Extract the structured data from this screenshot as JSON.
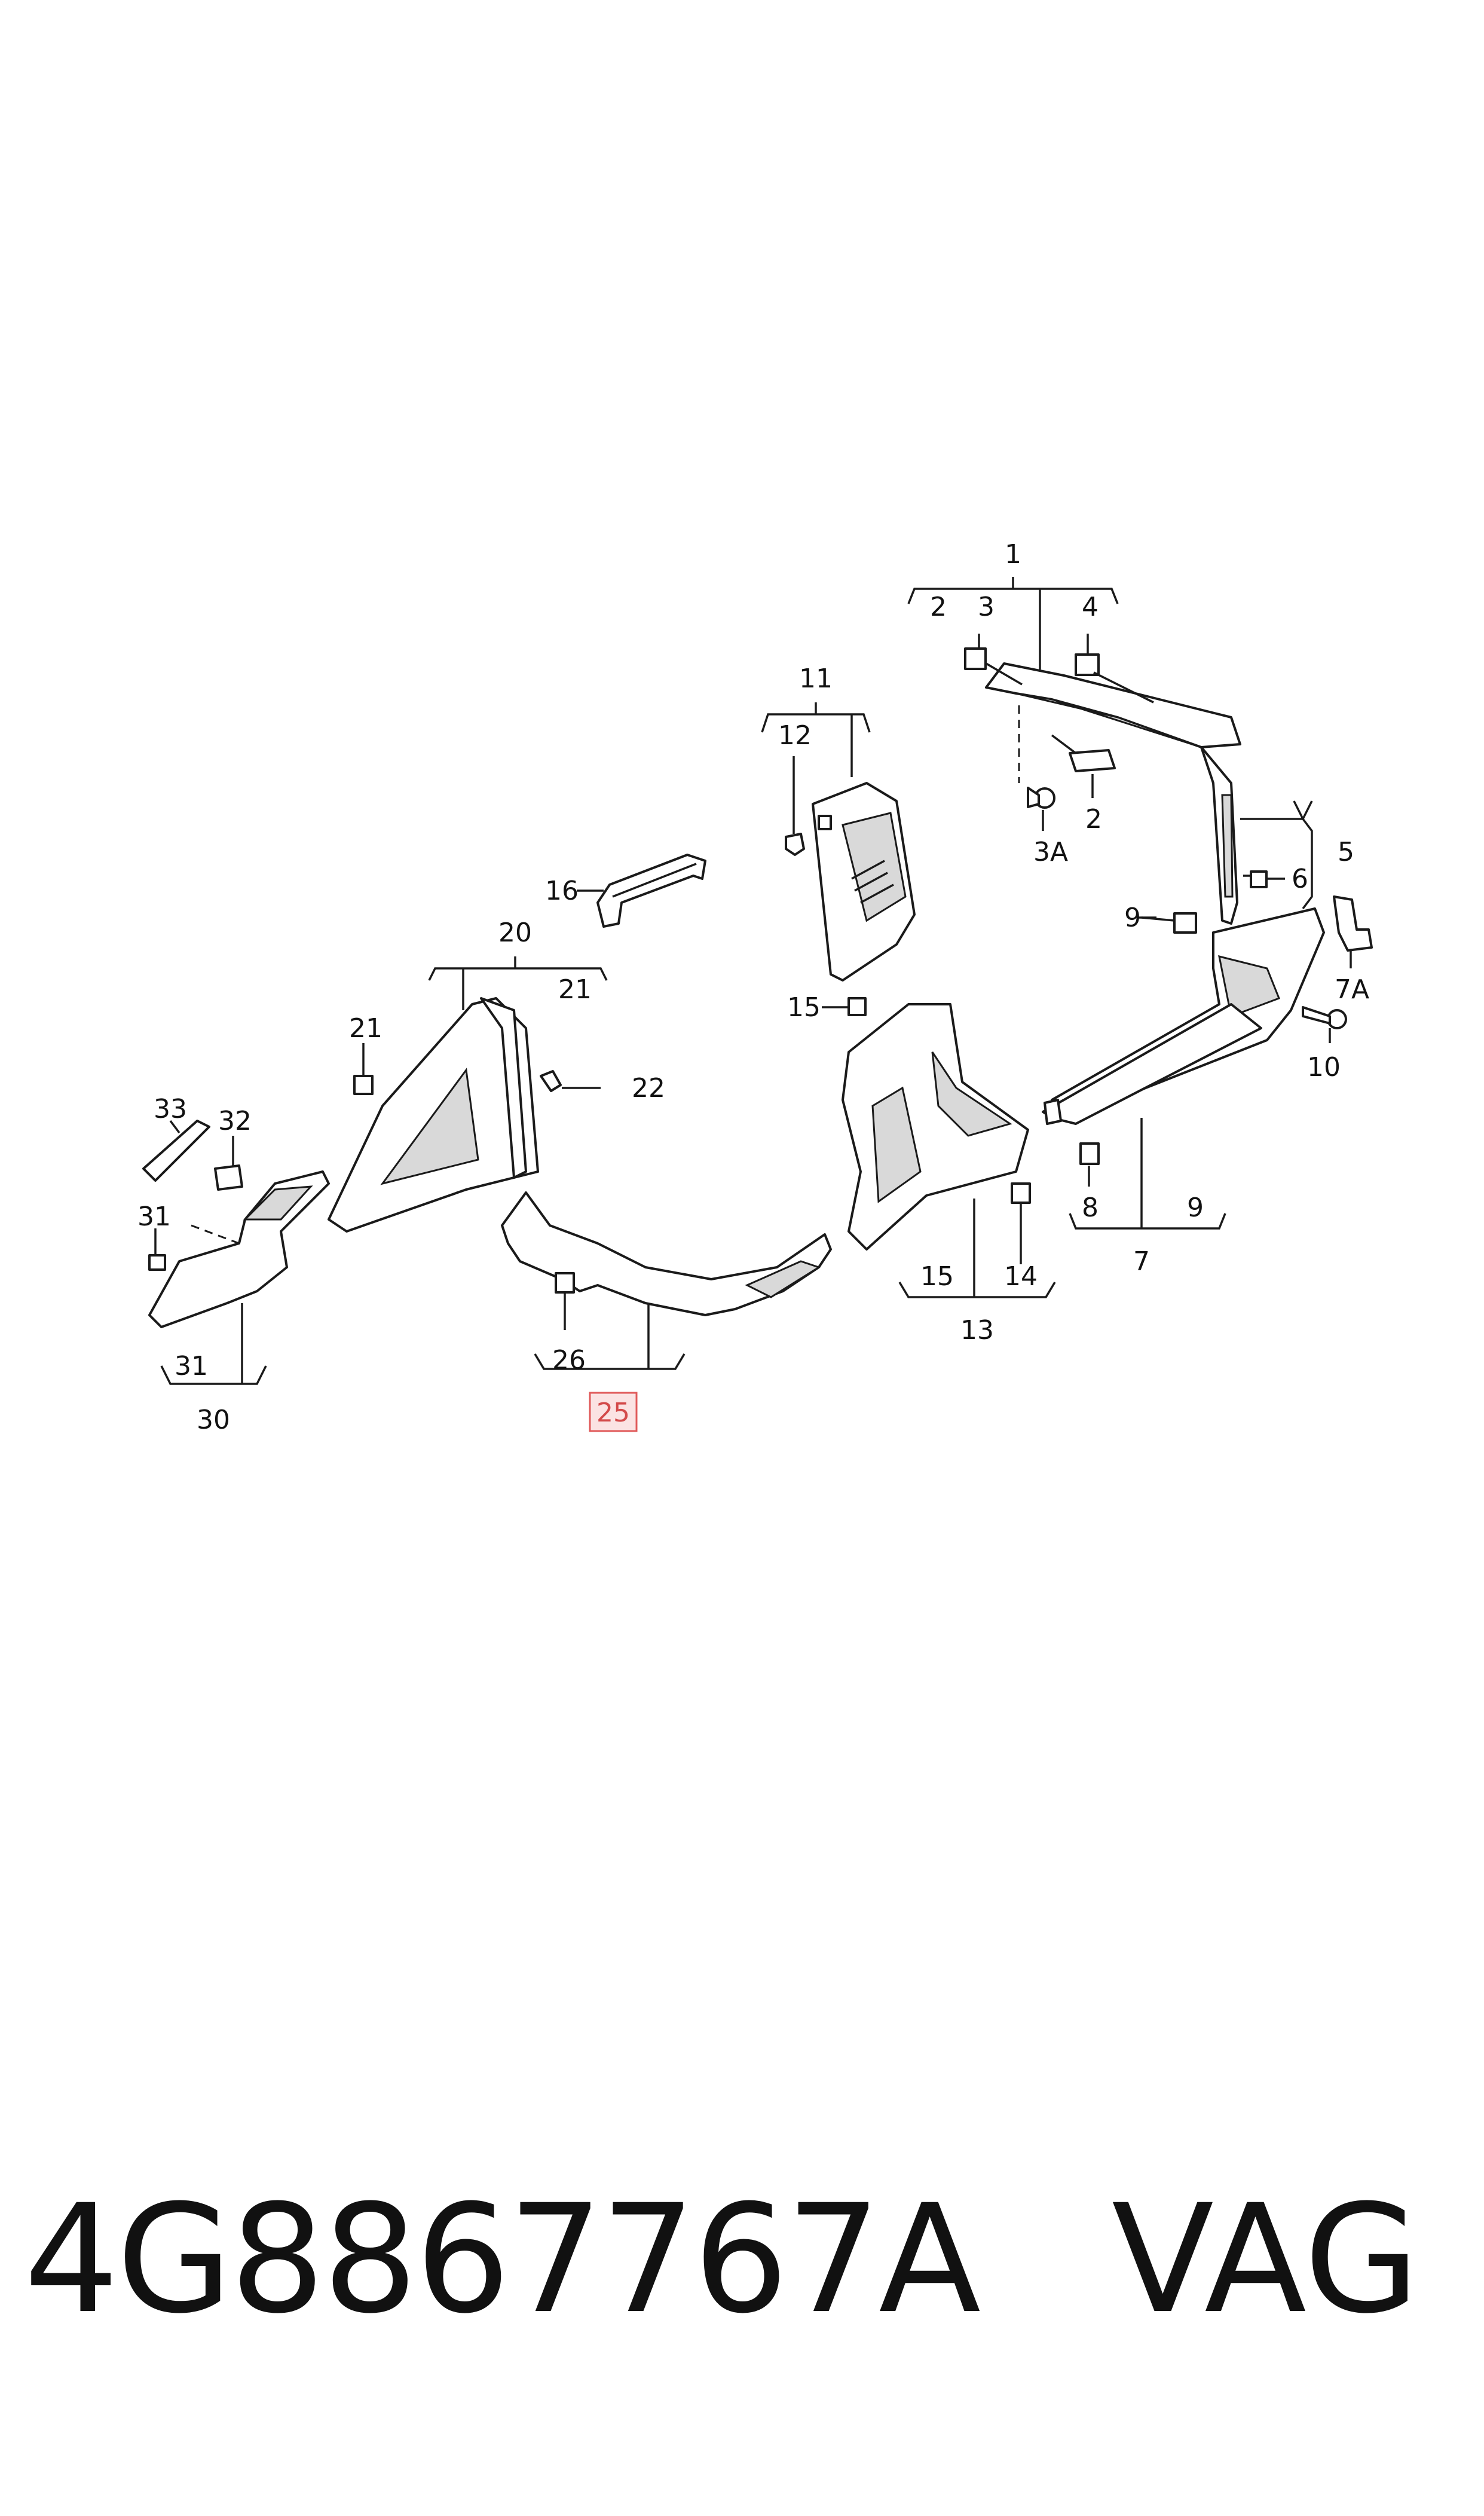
{
  "diagram": {
    "callouts": {
      "c1": "1",
      "c2a": "2",
      "c3": "3",
      "c4": "4",
      "c2b": "2",
      "c3a": "3A",
      "c5": "5",
      "c6": "6",
      "c7a": "7A",
      "c9a": "9",
      "c10": "10",
      "c11": "11",
      "c12": "12",
      "c16": "16",
      "c20": "20",
      "c21a": "21",
      "c21b": "21",
      "c22": "22",
      "c15a": "15",
      "c8": "8",
      "c9b": "9",
      "c7": "7",
      "c15b": "15",
      "c14": "14",
      "c13": "13",
      "c33": "33",
      "c32": "32",
      "c31a": "31",
      "c31b": "31",
      "c30": "30",
      "c26": "26",
      "c25": "25"
    },
    "highlighted_callout": "25",
    "highlight_color": "#fbe3e3"
  },
  "footer": {
    "part_number": "4G8867767A",
    "brand": "VAG"
  }
}
